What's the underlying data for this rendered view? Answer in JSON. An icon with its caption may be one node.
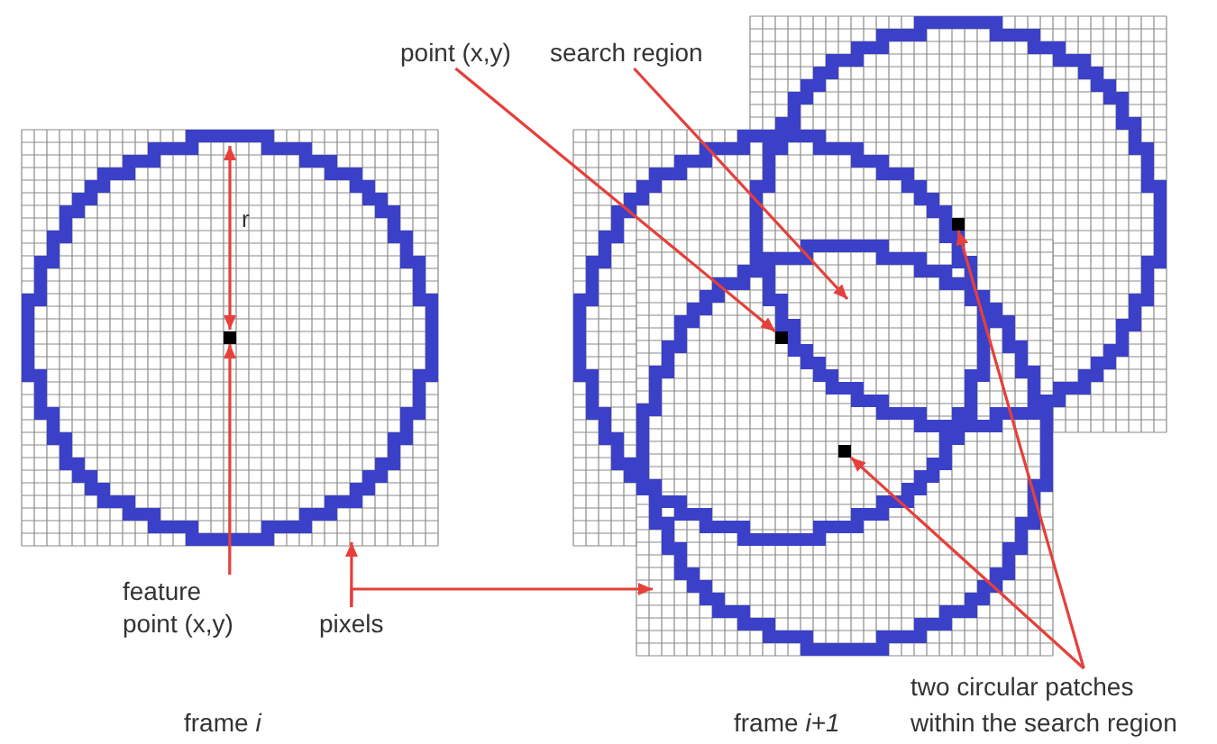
{
  "diagram": {
    "nodes": [
      {
        "text": [
          "point (x,y)"
        ]
      },
      {
        "text": [
          "search region"
        ]
      },
      {
        "text": [],
        "shape": "box"
      },
      {
        "text": [],
        "shape": "box"
      },
      {
        "text": [],
        "shape": "box"
      },
      {
        "text": [],
        "shape": "box"
      },
      {
        "text": [
          "feature point (x,y)"
        ]
      },
      {
        "text": [
          "pixels"
        ]
      },
      {
        "text": [
          "two circular patches within the search region"
        ]
      }
    ],
    "edges": [
      {
        "from": 0,
        "to": 4,
        "arrow": "to"
      },
      {
        "from": 1,
        "to": null,
        "arrow": "to"
      },
      {
        "from": 6,
        "to": 3,
        "arrow": "to"
      },
      {
        "from": 7,
        "to": null,
        "arrow": "to"
      },
      {
        "from": 7,
        "to": null,
        "arrow": "to"
      },
      {
        "from": 8,
        "to": 2,
        "arrow": "to"
      },
      {
        "from": 8,
        "to": 5,
        "arrow": "to"
      }
    ],
    "labels": [
      "r",
      "frame *i*",
      "frame *i+1*"
    ]
  }
}
